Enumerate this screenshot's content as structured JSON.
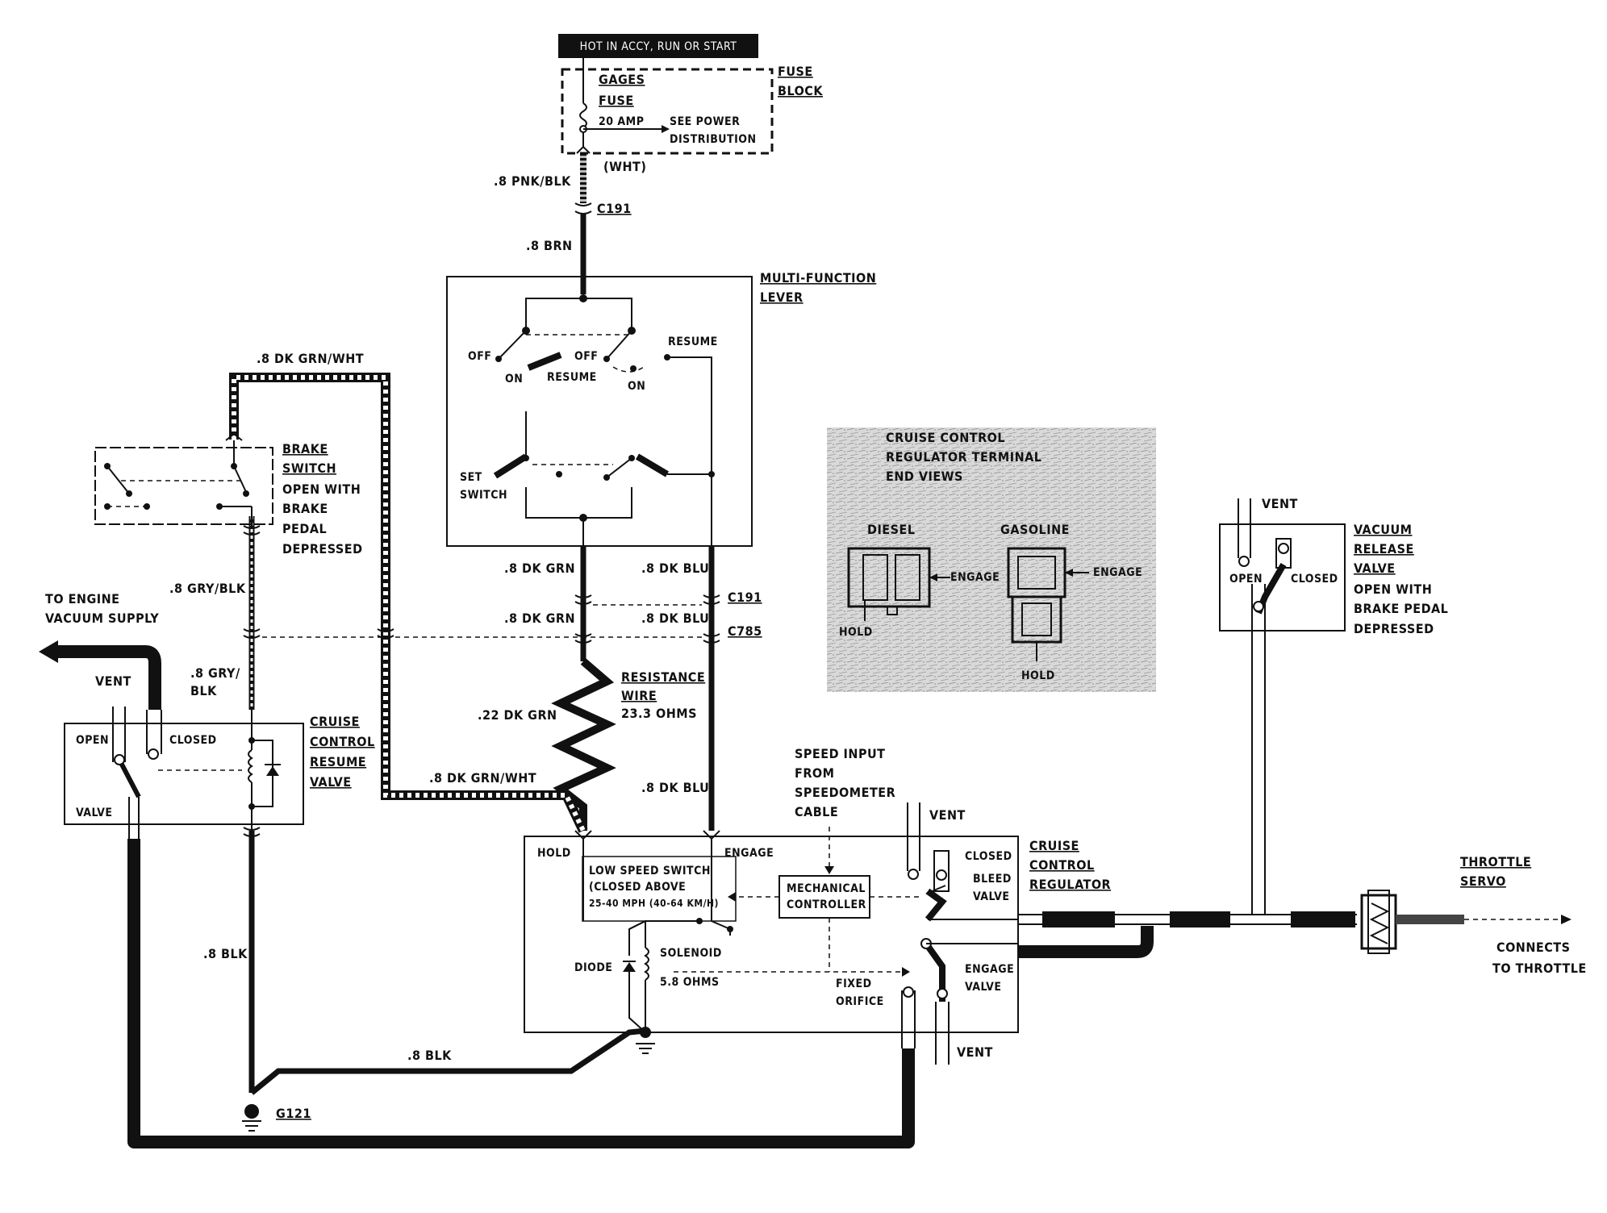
{
  "power": {
    "hot_label": "HOT IN ACCY, RUN OR START",
    "fuse_name_1": "GAGES",
    "fuse_name_2": "FUSE",
    "fuse_rating": "20 AMP",
    "see_power_1": "SEE POWER",
    "see_power_2": "DISTRIBUTION",
    "fuse_block_1": "FUSE",
    "fuse_block_2": "BLOCK",
    "terminal_color": "(WHT)",
    "wire_pnk_blk": ".8 PNK/BLK",
    "c191_top": "C191",
    "wire_brn": ".8 BRN"
  },
  "multifunction": {
    "title_1": "MULTI-FUNCTION",
    "title_2": "LEVER",
    "off_left": "OFF",
    "off_right": "OFF",
    "on_left": "ON",
    "on_right": "ON",
    "resume_mid": "RESUME",
    "resume_right": "RESUME",
    "set_1": "SET",
    "set_2": "SWITCH"
  },
  "wires": {
    "dk_grn_1": ".8 DK GRN",
    "dk_blu_1": ".8 DK BLU",
    "dk_grn_2": ".8 DK GRN",
    "dk_blu_2": ".8 DK BLU",
    "c191_mid": "C191",
    "c785": "C785",
    "resistance_1": "RESISTANCE",
    "resistance_2": "WIRE",
    "resistance_ohms": "23.3 OHMS",
    "dk_grn_22": ".22 DK GRN",
    "dk_blu_3": ".8 DK BLU",
    "dk_grn_wht_top": ".8 DK GRN/WHT",
    "dk_grn_wht_bottom": ".8 DK GRN/WHT",
    "gry_blk_1": ".8 GRY/BLK",
    "gry_blk_2a": ".8 GRY/",
    "gry_blk_2b": "BLK",
    "blk_left": ".8 BLK",
    "blk_bottom": ".8 BLK",
    "g121": "G121"
  },
  "brake_switch": {
    "title_1": "BRAKE",
    "title_2": "SWITCH",
    "desc_1": "OPEN WITH",
    "desc_2": "BRAKE",
    "desc_3": "PEDAL",
    "desc_4": "DEPRESSED"
  },
  "resume_valve": {
    "to_engine_1": "TO ENGINE",
    "to_engine_2": "VACUUM SUPPLY",
    "vent": "VENT",
    "open": "OPEN",
    "closed": "CLOSED",
    "valve": "VALVE",
    "title_1": "CRUISE",
    "title_2": "CONTROL",
    "title_3": "RESUME",
    "title_4": "VALVE"
  },
  "terminal_views": {
    "title_1": "CRUISE CONTROL",
    "title_2": "REGULATOR TERMINAL",
    "title_3": "END VIEWS",
    "diesel": "DIESEL",
    "gasoline": "GASOLINE",
    "engage_1": "ENGAGE",
    "engage_2": "ENGAGE",
    "hold_1": "HOLD",
    "hold_2": "HOLD"
  },
  "regulator": {
    "speed_1": "SPEED INPUT",
    "speed_2": "FROM",
    "speed_3": "SPEEDOMETER",
    "speed_4": "CABLE",
    "hold": "HOLD",
    "engage": "ENGAGE",
    "low_speed_1": "LOW SPEED SWITCH",
    "low_speed_2": "(CLOSED ABOVE",
    "low_speed_3": "25-40 MPH (40-64 KM/H)",
    "mech_1": "MECHANICAL",
    "mech_2": "CONTROLLER",
    "diode": "DIODE",
    "solenoid": "SOLENOID",
    "solenoid_ohms": "5.8 OHMS",
    "fixed_1": "FIXED",
    "fixed_2": "ORIFICE",
    "vent_top": "VENT",
    "vent_bottom": "VENT",
    "closed": "CLOSED",
    "bleed_1": "BLEED",
    "bleed_2": "VALVE",
    "engage_valve_1": "ENGAGE",
    "engage_valve_2": "VALVE",
    "title_1": "CRUISE",
    "title_2": "CONTROL",
    "title_3": "REGULATOR"
  },
  "vacuum_release": {
    "vent": "VENT",
    "open": "OPEN",
    "closed": "CLOSED",
    "title_1": "VACUUM",
    "title_2": "RELEASE",
    "title_3": "VALVE",
    "desc_1": "OPEN WITH",
    "desc_2": "BRAKE PEDAL",
    "desc_3": "DEPRESSED"
  },
  "throttle": {
    "title_1": "THROTTLE",
    "title_2": "SERVO",
    "connects_1": "CONNECTS",
    "connects_2": "TO THROTTLE"
  }
}
